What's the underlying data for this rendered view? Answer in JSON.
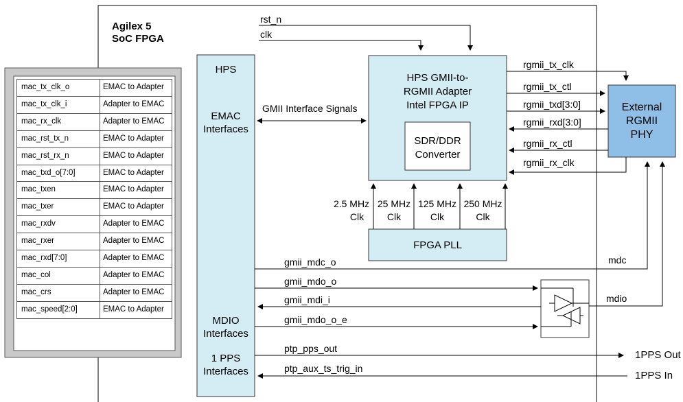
{
  "title": {
    "line1": "Agilex 5",
    "line2": "SoC FPGA"
  },
  "blocks": {
    "hps": {
      "title": "HPS",
      "emac_line1": "EMAC",
      "emac_line2": "Interfaces",
      "mdio_line1": "MDIO",
      "mdio_line2": "Interfaces",
      "pps_line1": "1 PPS",
      "pps_line2": "Interfaces"
    },
    "adapter": {
      "line1": "HPS GMII-to-",
      "line2": "RGMII Adapter",
      "line3": "Intel FPGA IP"
    },
    "converter": {
      "line1": "SDR/DDR",
      "line2": "Converter"
    },
    "phy": {
      "line1": "External",
      "line2": "RGMII",
      "line3": "PHY"
    },
    "pll": {
      "label": "FPGA PLL"
    }
  },
  "signals": {
    "rst_n": "rst_n",
    "clk": "clk",
    "gmii": "GMII Interface Signals",
    "rgmii_tx_clk": "rgmii_tx_clk",
    "rgmii_tx_ctl": "rgmii_tx_ctl",
    "rgmii_txd": "rgmii_txd[3:0]",
    "rgmii_rxd": "rgmii_rxd[3:0]",
    "rgmii_rx_ctl": "rgmii_rx_ctl",
    "rgmii_rx_clk": "rgmii_rx_clk",
    "gmii_mdc_o": "gmii_mdc_o",
    "gmii_mdo_o": "gmii_mdo_o",
    "gmii_mdi_i": "gmii_mdi_i",
    "gmii_mdo_o_e": "gmii_mdo_o_e",
    "ptp_pps_out": "ptp_pps_out",
    "ptp_aux_ts_trig_in": "ptp_aux_ts_trig_in",
    "mdc": "mdc",
    "mdio": "mdio",
    "pps_out": "1PPS Out",
    "pps_in": "1PPS In"
  },
  "clocks": [
    {
      "line1": "2.5 MHz",
      "line2": "Clk"
    },
    {
      "line1": "25 MHz",
      "line2": "Clk"
    },
    {
      "line1": "125 MHz",
      "line2": "Clk"
    },
    {
      "line1": "250 MHz",
      "line2": "Clk"
    }
  ],
  "signal_table": [
    {
      "name": "mac_tx_clk_o",
      "dir": "EMAC to Adapter"
    },
    {
      "name": "mac_tx_clk_i",
      "dir": "Adapter to EMAC"
    },
    {
      "name": "mac_rx_clk",
      "dir": "Adapter to EMAC"
    },
    {
      "name": "mac_rst_tx_n",
      "dir": "EMAC to Adapter"
    },
    {
      "name": "mac_rst_rx_n",
      "dir": "EMAC to Adapter"
    },
    {
      "name": "mac_txd_o[7:0]",
      "dir": "EMAC to Adapter"
    },
    {
      "name": "mac_txen",
      "dir": "EMAC to Adapter"
    },
    {
      "name": "mac_txer",
      "dir": "EMAC to Adapter"
    },
    {
      "name": "mac_rxdv",
      "dir": "Adapter to EMAC"
    },
    {
      "name": "mac_rxer",
      "dir": "Adapter to EMAC"
    },
    {
      "name": "mac_rxd[7:0]",
      "dir": "Adapter to EMAC"
    },
    {
      "name": "mac_col",
      "dir": "Adapter to EMAC"
    },
    {
      "name": "mac_crs",
      "dir": "Adapter to EMAC"
    },
    {
      "name": "mac_speed[2:0]",
      "dir": "EMAC to Adapter"
    }
  ],
  "colors": {
    "block_fill": "#d4ecf4",
    "phy_fill": "#8fbfe6",
    "table_panel": "#c9c9c9",
    "line": "#000000"
  }
}
